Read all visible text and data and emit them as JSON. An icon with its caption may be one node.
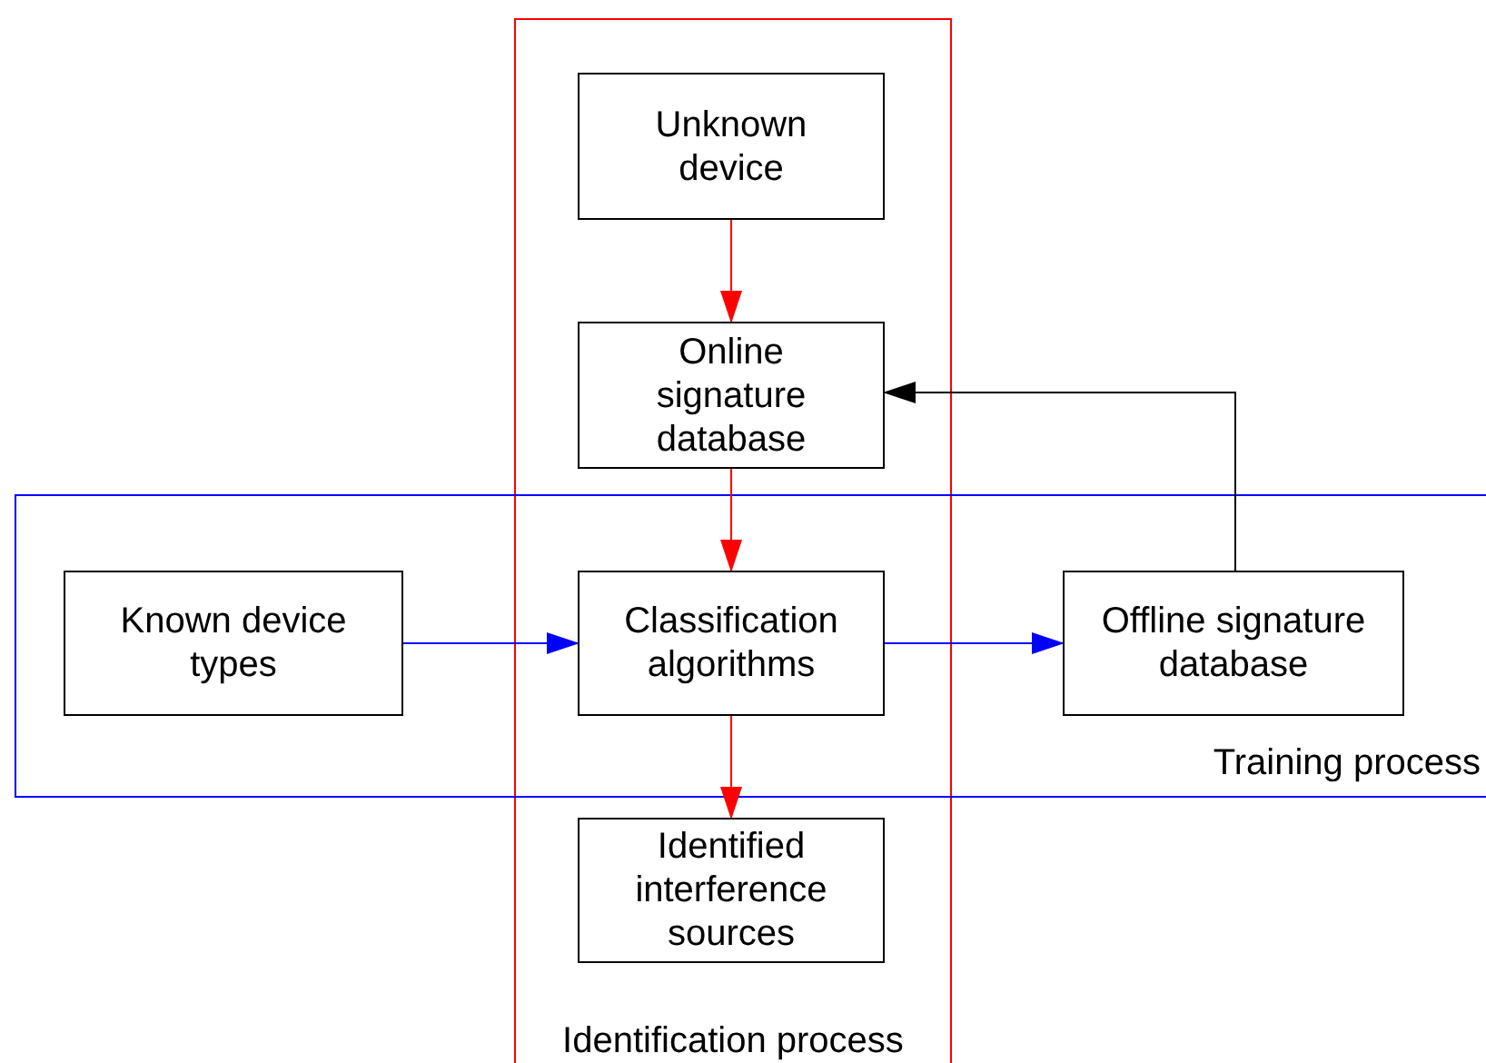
{
  "diagram": {
    "nodes": [
      {
        "text": [
          "Identification process"
        ]
      },
      {
        "text": [
          "Training process"
        ]
      },
      {
        "text": [
          "Unknown device"
        ],
        "in": 0
      },
      {
        "text": [
          "Online signature database"
        ],
        "in": 0
      },
      {
        "text": [
          "Known device types"
        ],
        "in": 1
      },
      {
        "text": [
          "Classification algorithms"
        ]
      },
      {
        "text": [
          "Offline signature database"
        ],
        "in": 1
      },
      {
        "text": [
          "Identified interference sources"
        ],
        "in": 0
      }
    ],
    "edges": [
      {
        "from": 2,
        "to": 3,
        "arrow": "to",
        "color": "#ff0000"
      },
      {
        "from": 3,
        "to": 5,
        "arrow": "to",
        "color": "#ff0000"
      },
      {
        "from": 5,
        "to": 7,
        "arrow": "to",
        "color": "#ff0000"
      },
      {
        "from": 4,
        "to": 5,
        "arrow": "to",
        "color": "#0000ff"
      },
      {
        "from": 5,
        "to": 6,
        "arrow": "to",
        "color": "#0000ff"
      },
      {
        "from": 6,
        "to": 3,
        "arrow": "to",
        "color": "#000000"
      }
    ]
  }
}
